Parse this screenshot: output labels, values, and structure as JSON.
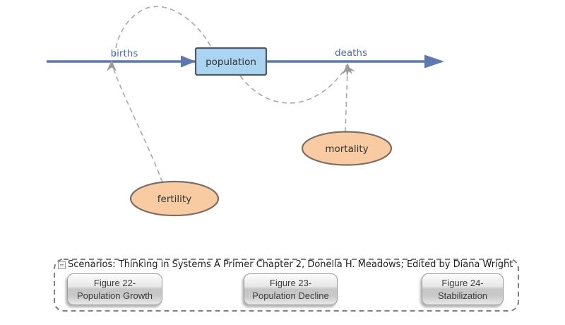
{
  "colors": {
    "flow": "#5b79ae",
    "flow_label": "#4a6fa5",
    "stock_fill": "#aad4f2",
    "stock_border": "#4e5a67",
    "converter_fill": "#f9cba3",
    "converter_border": "#7d6e63",
    "link_gray": "#a9a9a9",
    "legend_border": "#808080"
  },
  "diagram": {
    "inflow_label": "births",
    "outflow_label": "deaths",
    "stock_label": "population",
    "converter_mortality": "mortality",
    "converter_fertility": "fertility"
  },
  "legend": {
    "collapse_glyph": "−",
    "title": "Scenarios: Thinking in Systems A Primer Chapter 2, Donella H. Meadows; Edited by Diana Wright",
    "buttons": [
      {
        "line1": "Figure 22-",
        "line2": "Population Growth"
      },
      {
        "line1": "Figure 23-",
        "line2": "Population Decline"
      },
      {
        "line1": "Figure 24-",
        "line2": "Stabilization"
      }
    ]
  }
}
